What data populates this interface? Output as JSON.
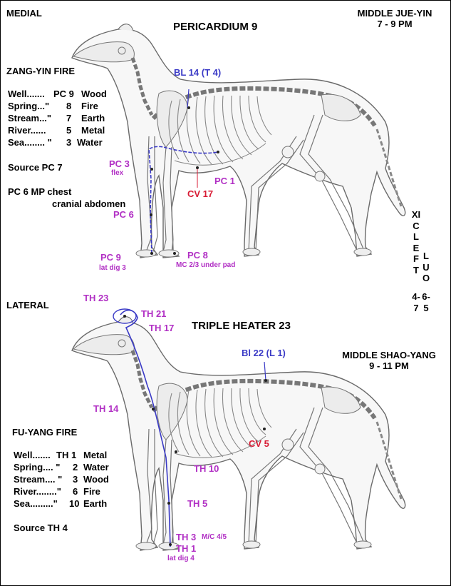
{
  "medial": {
    "view_label": "MEDIAL",
    "title": "PERICARDIUM  9",
    "time_header": [
      "MIDDLE  JUE-YIN",
      "7 - 9 PM"
    ],
    "element_header": "ZANG-YIN  FIRE",
    "shu_points": [
      {
        "name": "Well.......",
        "point": "PC 9",
        "element": "Wood"
      },
      {
        "name": "Spring...\"",
        "point": "8",
        "element": "Fire"
      },
      {
        "name": "Stream...\"",
        "point": "7",
        "element": "Earth"
      },
      {
        "name": "River......",
        "point": "5",
        "element": "Metal"
      },
      {
        "name": "Sea........ \"",
        "point": "3",
        "element": "Water"
      }
    ],
    "source": "Source  PC 7",
    "mp_line1": "PC 6 MP chest",
    "mp_line2": "cranial abdomen",
    "labels": {
      "bl14": "BL 14 (T 4)",
      "pc3": "PC 3",
      "pc3_note": "flex",
      "pc1": "PC 1",
      "cv17": "CV 17",
      "pc6": "PC 6",
      "pc9": "PC 9",
      "pc9_note": "lat dig 3",
      "pc8": "PC 8",
      "pc8_note": "MC 2/3 under pad"
    }
  },
  "side_codes": {
    "xi_cleft": "XICLEFT",
    "xi_cleft_num": "4-7",
    "luo": "LUO",
    "luo_num": "6-5"
  },
  "lateral": {
    "view_label": "LATERAL",
    "title": "TRIPLE HEATER  23",
    "time_header": [
      "MIDDLE  SHAO-YANG",
      "9 - 11 PM"
    ],
    "element_header": "FU-YANG  FIRE",
    "shu_points": [
      {
        "name": "Well.......",
        "point": "TH 1",
        "element": "Metal"
      },
      {
        "name": "Spring.... \"",
        "point": "2",
        "element": "Water"
      },
      {
        "name": "Stream.... \"",
        "point": "3",
        "element": "Wood"
      },
      {
        "name": "River........\"",
        "point": "6",
        "element": "Fire"
      },
      {
        "name": "Sea.........\"",
        "point": "10",
        "element": "Earth"
      }
    ],
    "source": "Source  TH 4",
    "labels": {
      "th23": "TH 23",
      "th21": "TH 21",
      "th17": "TH 17",
      "bl22": "Bl 22 (L 1)",
      "th14": "TH 14",
      "cv5": "CV 5",
      "th10": "TH 10",
      "th5": "TH 5",
      "th3": "TH 3",
      "th3_note": "M/C 4/5",
      "th1": "TH 1",
      "th1_note": "lat dig 4"
    }
  },
  "colors": {
    "meridian": "#3a3ac6",
    "point_label": "#b12fc4",
    "cv_label": "#d81b34",
    "outline": "#7a7a7a"
  }
}
